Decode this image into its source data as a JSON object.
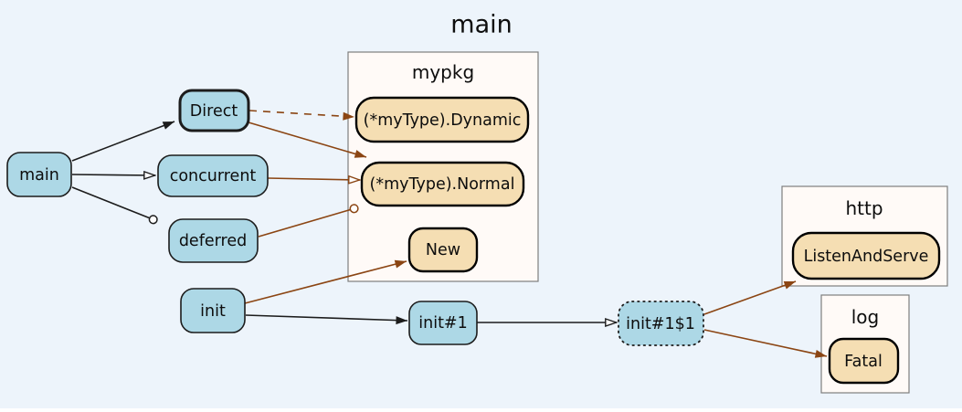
{
  "title": "main",
  "colors": {
    "background": "#edf4fb",
    "cluster_fill": "#fffaf7",
    "cluster_border": "#7e7e7e",
    "node_blue": "#add8e6",
    "node_tan": "#f5deb3",
    "edge_black": "#1c1c1c",
    "edge_brown": "#8b4513",
    "marker_open_fill": "#ffffff"
  },
  "clusters": {
    "mypkg": {
      "label": "mypkg"
    },
    "http": {
      "label": "http"
    },
    "log": {
      "label": "log"
    }
  },
  "nodes": {
    "main": {
      "label": "main"
    },
    "direct": {
      "label": "Direct"
    },
    "concurrent": {
      "label": "concurrent"
    },
    "deferred": {
      "label": "deferred"
    },
    "init": {
      "label": "init"
    },
    "init1": {
      "label": "init#1"
    },
    "init1s1": {
      "label": "init#1$1"
    },
    "dynamic": {
      "label": "(*myType).Dynamic",
      "cluster": "mypkg"
    },
    "normal": {
      "label": "(*myType).Normal",
      "cluster": "mypkg"
    },
    "new": {
      "label": "New",
      "cluster": "mypkg"
    },
    "listenandserve": {
      "label": "ListenAndServe",
      "cluster": "http"
    },
    "fatal": {
      "label": "Fatal",
      "cluster": "log"
    }
  },
  "edges": [
    {
      "from": "main",
      "to": "Direct",
      "line": "solid",
      "color": "black",
      "arrowhead": "filled"
    },
    {
      "from": "main",
      "to": "concurrent",
      "line": "solid",
      "color": "black",
      "arrowhead": "empty"
    },
    {
      "from": "main",
      "to": "deferred",
      "line": "solid",
      "color": "black",
      "arrowhead": "circle"
    },
    {
      "from": "Direct",
      "to": "(*myType).Dynamic",
      "line": "dashed",
      "color": "brown",
      "arrowhead": "filled"
    },
    {
      "from": "Direct",
      "to": "(*myType).Normal",
      "line": "solid",
      "color": "brown",
      "arrowhead": "filled"
    },
    {
      "from": "concurrent",
      "to": "(*myType).Normal",
      "line": "solid",
      "color": "brown",
      "arrowhead": "empty"
    },
    {
      "from": "deferred",
      "to": "(*myType).Normal",
      "line": "solid",
      "color": "brown",
      "arrowhead": "circle"
    },
    {
      "from": "init",
      "to": "New",
      "line": "solid",
      "color": "brown",
      "arrowhead": "filled"
    },
    {
      "from": "init",
      "to": "init#1",
      "line": "solid",
      "color": "black",
      "arrowhead": "filled"
    },
    {
      "from": "init#1",
      "to": "init#1$1",
      "line": "solid",
      "color": "black",
      "arrowhead": "empty"
    },
    {
      "from": "init#1$1",
      "to": "ListenAndServe",
      "line": "solid",
      "color": "brown",
      "arrowhead": "filled"
    },
    {
      "from": "init#1$1",
      "to": "Fatal",
      "line": "solid",
      "color": "brown",
      "arrowhead": "filled"
    }
  ]
}
